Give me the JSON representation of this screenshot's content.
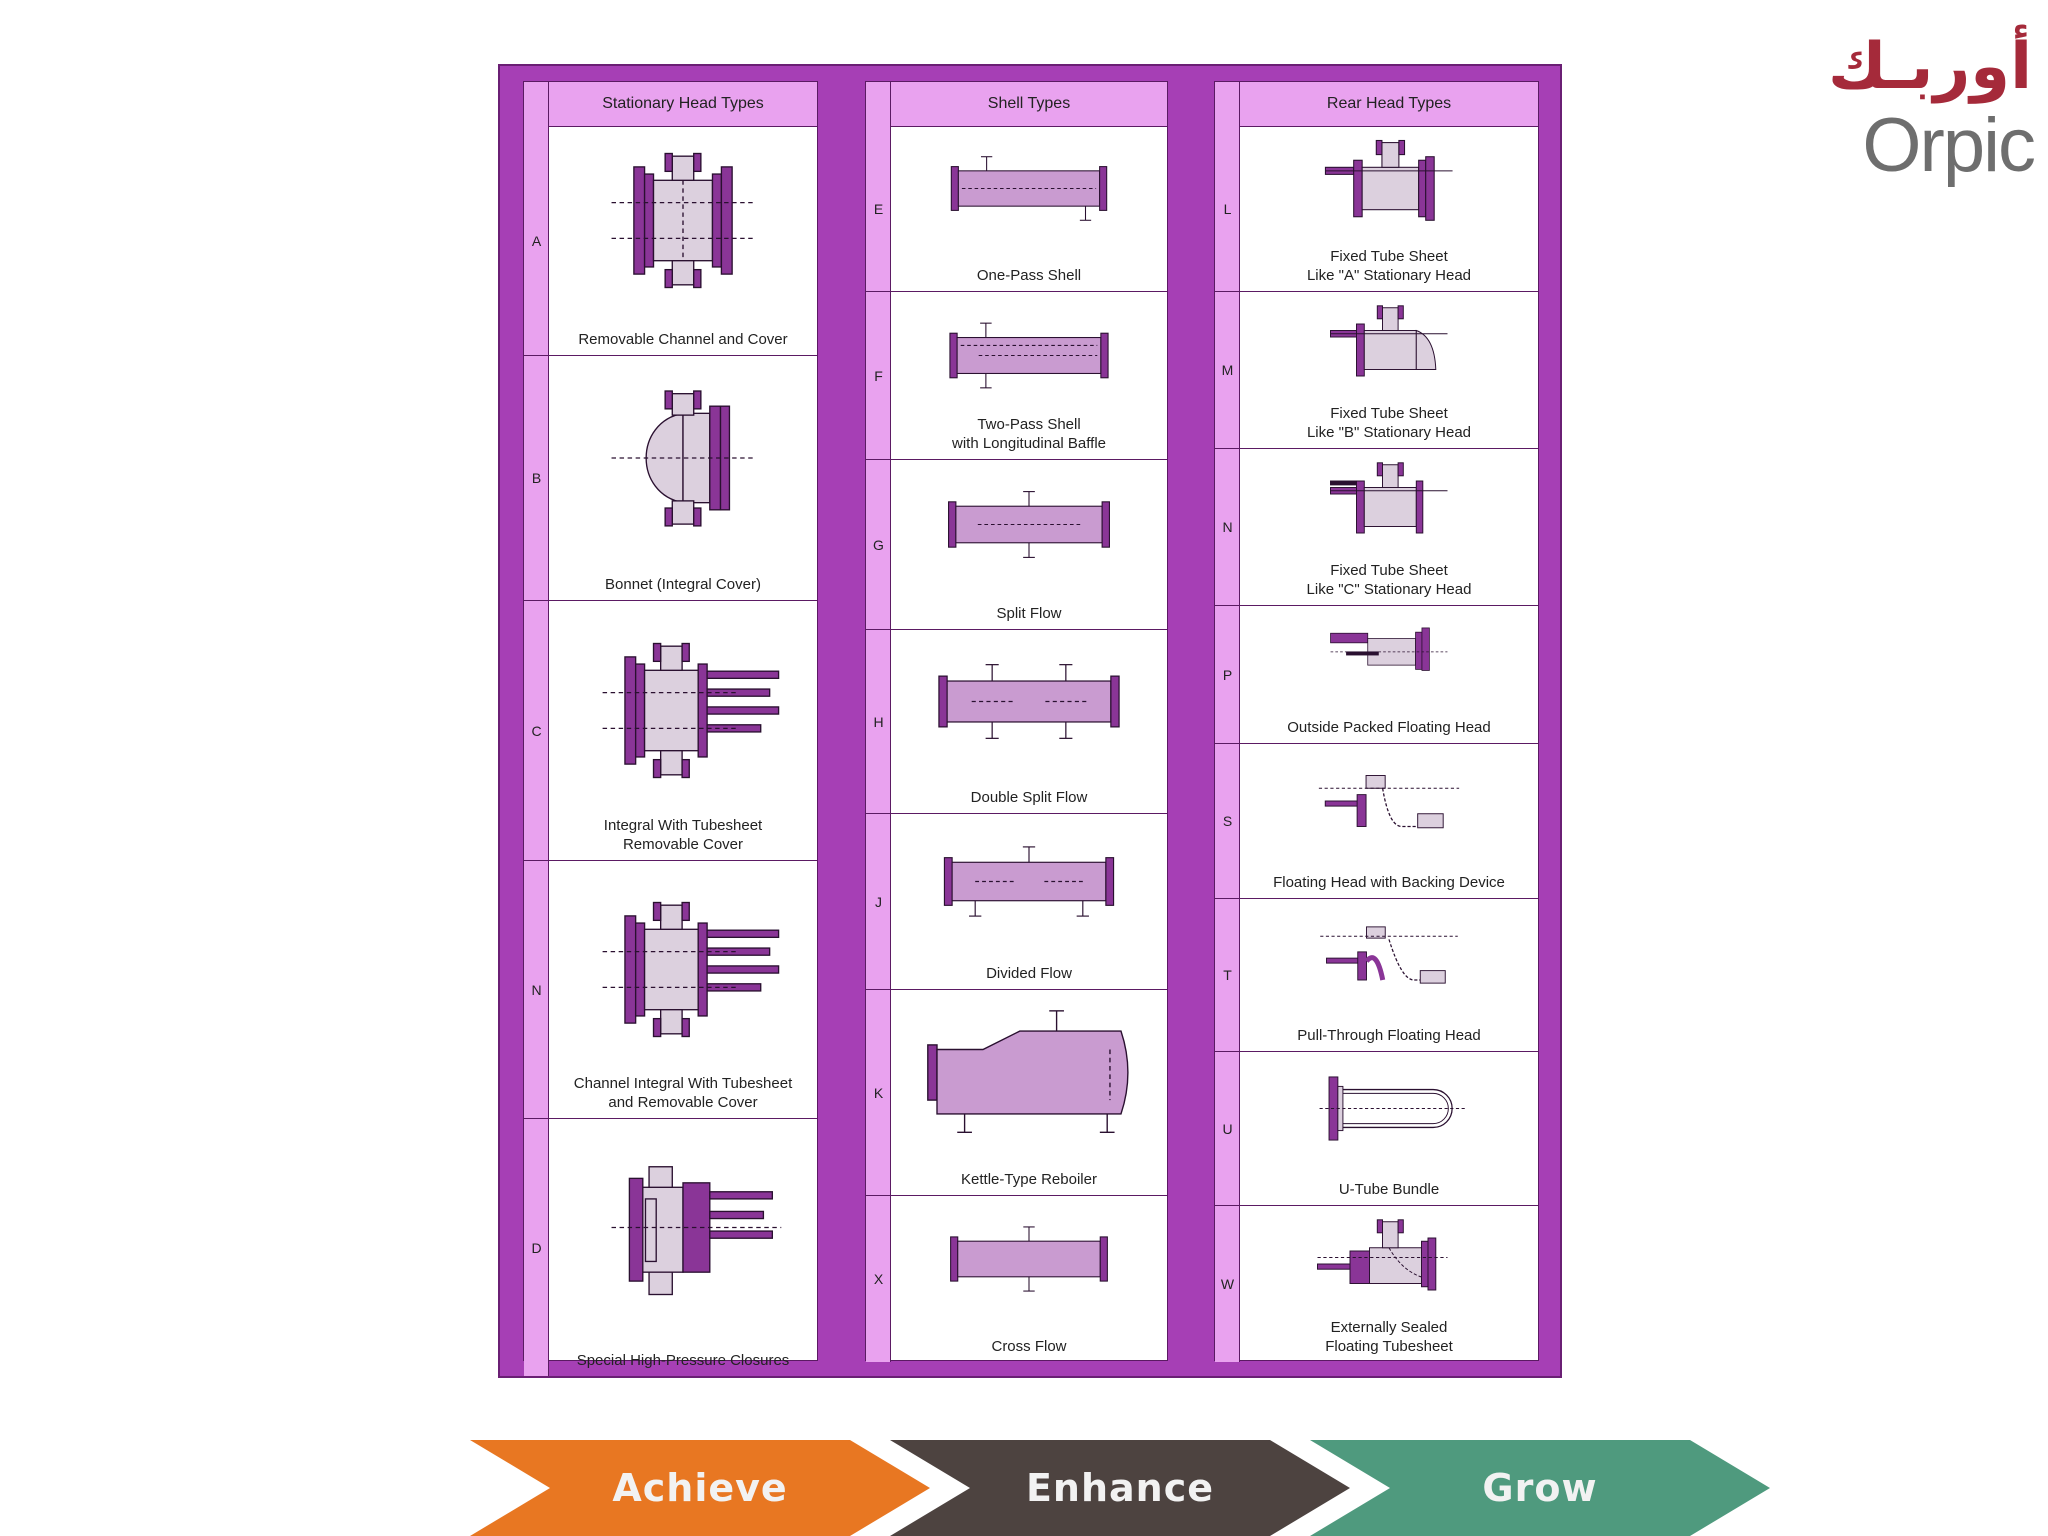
{
  "logo": {
    "arabic": "أوربـك",
    "latin": "Orpic"
  },
  "diagram": {
    "columns": [
      {
        "title": "Stationary Head Types",
        "cells": [
          {
            "letter": "A",
            "caption": "Removable Channel and Cover",
            "icon": "channel-cover"
          },
          {
            "letter": "B",
            "caption": "Bonnet (Integral Cover)",
            "icon": "bonnet"
          },
          {
            "letter": "C",
            "caption": "Integral With Tubesheet\nRemovable Cover",
            "icon": "tubesheet-cover"
          },
          {
            "letter": "N",
            "caption": "Channel Integral With Tubesheet\nand Removable Cover",
            "icon": "tubesheet-cover"
          },
          {
            "letter": "D",
            "caption": "Special High-Pressure Closures",
            "icon": "high-pressure"
          }
        ]
      },
      {
        "title": "Shell Types",
        "cells": [
          {
            "letter": "E",
            "caption": "One-Pass Shell",
            "icon": "shell-one-pass"
          },
          {
            "letter": "F",
            "caption": "Two-Pass Shell\nwith Longitudinal Baffle",
            "icon": "shell-two-pass"
          },
          {
            "letter": "G",
            "caption": "Split Flow",
            "icon": "shell-split"
          },
          {
            "letter": "H",
            "caption": "Double Split Flow",
            "icon": "shell-double-split"
          },
          {
            "letter": "J",
            "caption": "Divided Flow",
            "icon": "shell-divided"
          },
          {
            "letter": "K",
            "caption": "Kettle-Type Reboiler",
            "icon": "shell-kettle"
          },
          {
            "letter": "X",
            "caption": "Cross Flow",
            "icon": "shell-cross"
          }
        ]
      },
      {
        "title": "Rear Head Types",
        "cells": [
          {
            "letter": "L",
            "caption": "Fixed Tube Sheet\nLike \"A\" Stationary Head",
            "icon": "rear-fixed-a"
          },
          {
            "letter": "M",
            "caption": "Fixed Tube Sheet\nLike \"B\" Stationary Head",
            "icon": "rear-fixed-b"
          },
          {
            "letter": "N",
            "caption": "Fixed Tube Sheet\nLike \"C\" Stationary Head",
            "icon": "rear-fixed-c"
          },
          {
            "letter": "P",
            "caption": "Outside Packed Floating Head",
            "icon": "rear-packed"
          },
          {
            "letter": "S",
            "caption": "Floating Head with Backing Device",
            "icon": "rear-backing"
          },
          {
            "letter": "T",
            "caption": "Pull-Through Floating Head",
            "icon": "rear-pull-through"
          },
          {
            "letter": "U",
            "caption": "U-Tube Bundle",
            "icon": "rear-u-tube"
          },
          {
            "letter": "W",
            "caption": "Externally Sealed\nFloating Tubesheet",
            "icon": "rear-sealed"
          }
        ]
      }
    ]
  },
  "banner": {
    "steps": [
      {
        "label": "Achieve",
        "color": "#e87722"
      },
      {
        "label": "Enhance",
        "color": "#4d4340"
      },
      {
        "label": "Grow",
        "color": "#4f9a7e"
      }
    ]
  },
  "colors": {
    "frame": "#a63fb5",
    "strip": "#e9a2ef",
    "part": "#8a3597",
    "shell_fill": "#c99bd0",
    "light_fill": "#dcd0de"
  }
}
